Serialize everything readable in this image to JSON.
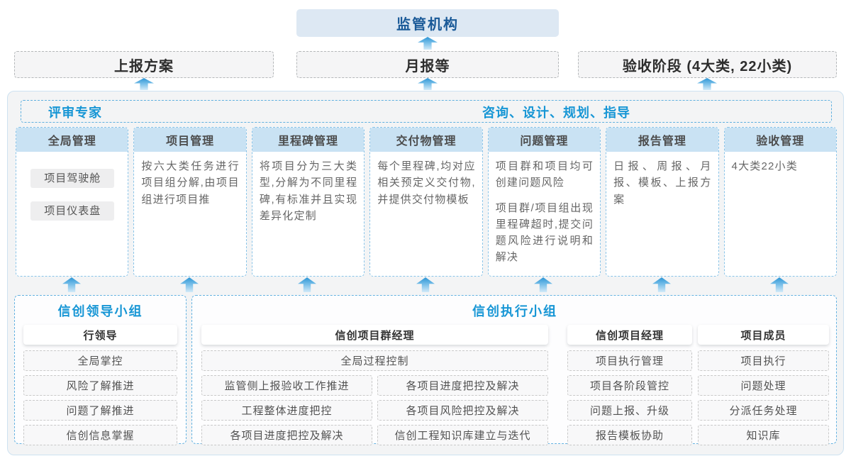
{
  "colors": {
    "accent_blue": "#1796d5",
    "regulator_text": "#1a5a98",
    "regulator_bg": "#dde8f3",
    "column_header_bg": "#c9e2f3",
    "platform_bg": "#f3f4f5",
    "arrow_blue": "#2d95d5",
    "dashed_border_blue": "#64b2e1"
  },
  "top": {
    "regulator": "监管机构",
    "outputs": [
      "上报方案",
      "月报等",
      "验收阶段 (4大类, 22小类)"
    ]
  },
  "platform": {
    "left_role": "评审专家",
    "right_role": "咨询、设计、规划、指导",
    "columns": [
      {
        "title": "全局管理",
        "chips": [
          "项目驾驶舱",
          "项目仪表盘"
        ]
      },
      {
        "title": "项目管理",
        "paragraphs": [
          "按六大类任务进行项目组分解,由项目组进行项目推"
        ]
      },
      {
        "title": "里程碑管理",
        "paragraphs": [
          "将项目分为三大类型,分解为不同里程碑,有标准并且实现差异化定制"
        ]
      },
      {
        "title": "交付物管理",
        "paragraphs": [
          "每个里程碑,均对应相关预定义交付物,并提供交付物模板"
        ]
      },
      {
        "title": "问题管理",
        "paragraphs": [
          "项目群和项目均可创建问题风险",
          "项目群/项目组出现里程碑超时,提交问题风险进行说明和解决"
        ]
      },
      {
        "title": "报告管理",
        "paragraphs": [
          "日报、周报、月报、模板、上报方案"
        ]
      },
      {
        "title": "验收管理",
        "paragraphs": [
          "4大类22小类"
        ]
      }
    ]
  },
  "groups": {
    "leader": {
      "title": "信创领导小组",
      "role": "行领导",
      "items": [
        "全局掌控",
        "风险了解推进",
        "问题了解推进",
        "信创信息掌握"
      ]
    },
    "executor": {
      "title": "信创执行小组",
      "pm_group": {
        "role": "信创项目群经理",
        "full_item": "全局过程控制",
        "left_items": [
          "监管侧上报验收工作推进",
          "工程整体进度把控",
          "各项目进度把控及解决"
        ],
        "right_items": [
          "各项目进度把控及解决",
          "各项目风险把控及解决",
          "信创工程知识库建立与迭代"
        ]
      },
      "pm": {
        "role": "信创项目经理",
        "items": [
          "项目执行管理",
          "项目各阶段管控",
          "问题上报、升级",
          "报告模板协助"
        ]
      },
      "member": {
        "role": "项目成员",
        "items": [
          "项目执行",
          "问题处理",
          "分派任务处理",
          "知识库"
        ]
      }
    }
  }
}
